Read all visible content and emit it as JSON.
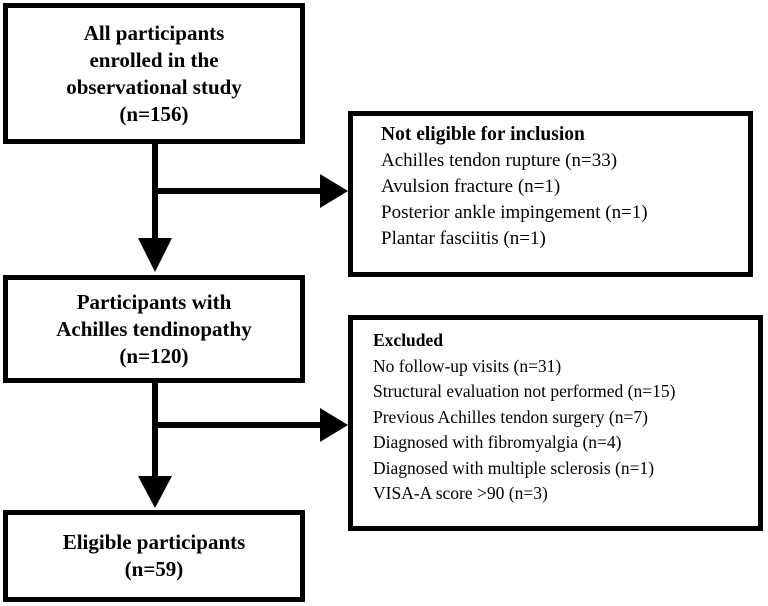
{
  "box_enrolled": {
    "lines": [
      "All participants",
      "enrolled in the",
      "observational study",
      "(n=156)"
    ]
  },
  "box_not_eligible": {
    "heading": "Not eligible for inclusion",
    "items": [
      "Achilles tendon rupture (n=33)",
      "Avulsion fracture (n=1)",
      "Posterior ankle  impingement (n=1)",
      "Plantar fasciitis (n=1)"
    ]
  },
  "box_tendinopathy": {
    "lines": [
      "Participants with",
      "Achilles tendinopathy",
      "(n=120)"
    ]
  },
  "box_excluded": {
    "heading": "Excluded",
    "items": [
      "No follow-up visits (n=31)",
      "Structural evaluation not performed (n=15)",
      "Previous Achilles tendon surgery (n=7)",
      "Diagnosed with fibromyalgia (n=4)",
      "Diagnosed with multiple sclerosis (n=1)",
      "VISA-A score >90 (n=3)"
    ]
  },
  "box_eligible": {
    "lines": [
      "Eligible participants",
      "(n=59)"
    ]
  }
}
